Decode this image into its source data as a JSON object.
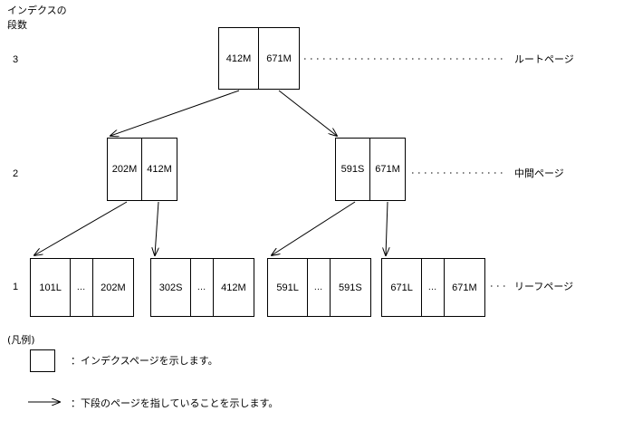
{
  "header": {
    "line1": "インデクスの",
    "line2": "段数"
  },
  "levels": [
    {
      "number": "3",
      "label": "ルートページ"
    },
    {
      "number": "2",
      "label": "中間ページ"
    },
    {
      "number": "1",
      "label": "リーフページ"
    }
  ],
  "tree": {
    "root": {
      "name": "root-page",
      "cells": [
        "412M",
        "671M"
      ]
    },
    "intermediate": [
      {
        "name": "intermediate-page-left",
        "cells": [
          "202M",
          "412M"
        ]
      },
      {
        "name": "intermediate-page-right",
        "cells": [
          "591S",
          "671M"
        ]
      }
    ],
    "leaves": [
      {
        "name": "leaf-page-1",
        "cells": [
          "101L",
          "…",
          "202M"
        ]
      },
      {
        "name": "leaf-page-2",
        "cells": [
          "302S",
          "…",
          "412M"
        ]
      },
      {
        "name": "leaf-page-3",
        "cells": [
          "591L",
          "…",
          "591S"
        ]
      },
      {
        "name": "leaf-page-4",
        "cells": [
          "671L",
          "…",
          "671M"
        ]
      }
    ]
  },
  "legend": {
    "title": "(凡例)",
    "box_item": "：インデクスページを示します。",
    "arrow_item": "：下段のページを指していることを示します。"
  },
  "colors": {
    "line": "#000000",
    "background": "#ffffff"
  }
}
